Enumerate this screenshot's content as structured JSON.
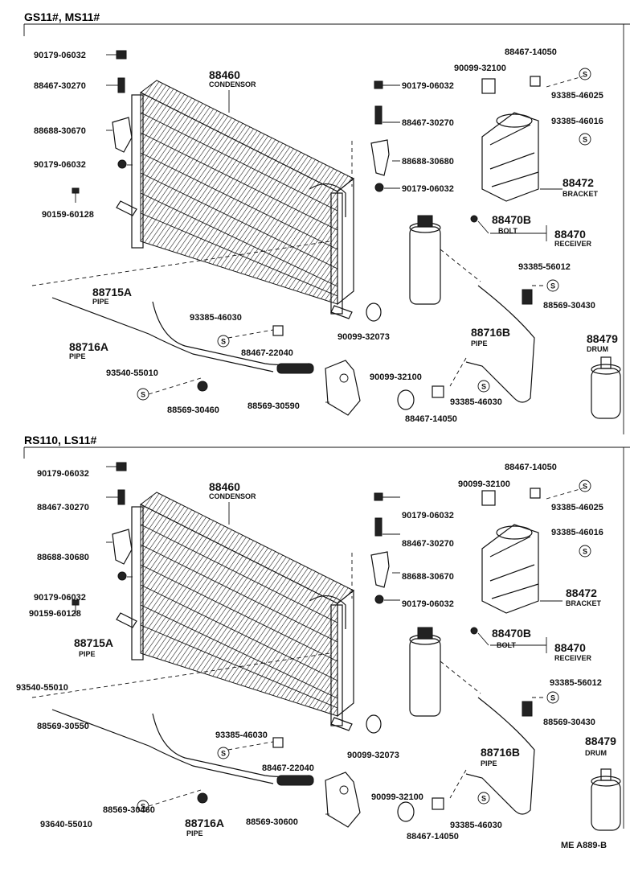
{
  "sections": [
    {
      "title": "GS11#, MS11#",
      "labels": {
        "bolt_top_left": "90179-06032",
        "switch_left": "88467-30270",
        "bracket_left": "88688-30670",
        "bolt_left_2": "90179-06032",
        "bolt_lower_left": "90159-60128",
        "condensor_num": "88460",
        "condensor_name": "CONDENSOR",
        "bolt_mid": "90179-06032",
        "switch_mid": "88467-30270",
        "bracket_mid": "88688-30680",
        "bolt_mid_2": "90179-06032",
        "cushion_top": "90099-32100",
        "fitting_top": "88467-14050",
        "washer_top": "93385-46025",
        "washer_top_2": "93385-46016",
        "bracket_num": "88472",
        "bracket_name": "BRACKET",
        "bolt_b_num": "88470B",
        "bolt_b_name": "BOLT",
        "receiver_num": "88470",
        "receiver_name": "RECEIVER",
        "washer_right": "93385-56012",
        "clamp_right": "88569-30430",
        "pipe_a_num": "88715A",
        "pipe_a_name": "PIPE",
        "washer_center": "93385-46030",
        "fitting_center": "88467-22040",
        "cushion_center": "90099-32073",
        "pipe_b_num": "88716B",
        "pipe_b_name": "PIPE",
        "drum_num": "88479",
        "drum_name": "DRUM",
        "pipe_16a_num": "88716A",
        "pipe_16a_name": "PIPE",
        "washer_lower": "93540-55010",
        "clamp_lower": "88569-30460",
        "clamp_center": "88569-30590",
        "cushion_lower": "90099-32100",
        "washer_lower_r": "93385-46030",
        "fitting_lower": "88467-14050"
      }
    },
    {
      "title": "RS110, LS11#",
      "labels": {
        "bolt_top_left": "90179-06032",
        "switch_left": "88467-30270",
        "bracket_left": "88688-30680",
        "bolt_left_2": "90179-06032",
        "bolt_lower_left": "90159-60128",
        "condensor_num": "88460",
        "condensor_name": "CONDENSOR",
        "bolt_mid": "90179-06032",
        "switch_mid": "88467-30270",
        "bracket_mid": "88688-30670",
        "bolt_mid_2": "90179-06032",
        "cushion_top": "90099-32100",
        "fitting_top": "88467-14050",
        "washer_top": "93385-46025",
        "washer_top_2": "93385-46016",
        "bracket_num": "88472",
        "bracket_name": "BRACKET",
        "bolt_b_num": "88470B",
        "bolt_b_name": "BOLT",
        "receiver_num": "88470",
        "receiver_name": "RECEIVER",
        "washer_right": "93385-56012",
        "clamp_right": "88569-30430",
        "pipe_a_num": "88715A",
        "pipe_a_name": "PIPE",
        "washer_left": "93540-55010",
        "clamp_left": "88569-30550",
        "washer_center": "93385-46030",
        "fitting_center": "88467-22040",
        "cushion_center": "90099-32073",
        "pipe_b_num": "88716B",
        "pipe_b_name": "PIPE",
        "drum_num": "88479",
        "drum_name": "DRUM",
        "clamp_lower": "88569-30460",
        "washer_lower": "93640-55010",
        "pipe_16a_num": "88716A",
        "pipe_16a_name": "PIPE",
        "clamp_center": "88569-30600",
        "cushion_lower": "90099-32100",
        "washer_lower_r": "93385-46030",
        "fitting_lower": "88467-14050"
      }
    }
  ],
  "footer_code": "ME  A889-B",
  "washer_symbol": "S"
}
